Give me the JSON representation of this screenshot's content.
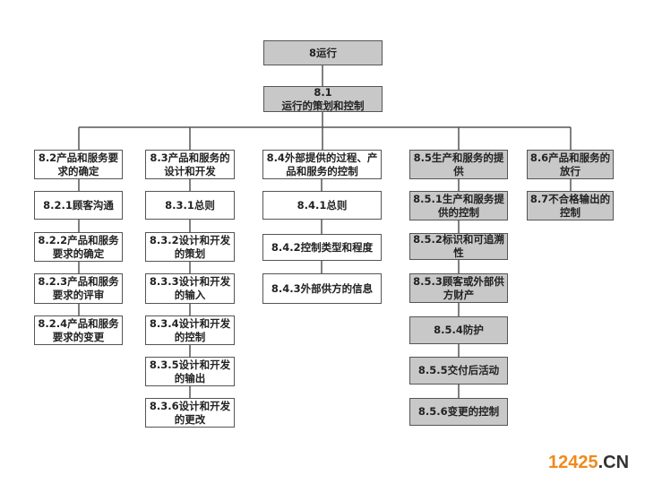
{
  "root": {
    "label": "8运行"
  },
  "planning": {
    "line1": "8.1",
    "line2": "运行的策划和控制"
  },
  "col1": [
    "8.2产品和服务要求的确定",
    "8.2.1顾客沟通",
    "8.2.2产品和服务要求的确定",
    "8.2.3产品和服务要求的评审",
    "8.2.4产品和服务要求的变更"
  ],
  "col2": [
    "8.3产品和服务的设计和开发",
    "8.3.1总则",
    "8.3.2设计和开发的策划",
    "8.3.3设计和开发的输入",
    "8.3.4设计和开发的控制",
    "8.3.5设计和开发的输出",
    "8.3.6设计和开发的更改"
  ],
  "col3": [
    "8.4外部提供的过程、产品和服务的控制",
    "8.4.1总则",
    "8.4.2控制类型和程度",
    "8.4.3外部供方的信息"
  ],
  "col4": [
    "8.5生产和服务的提供",
    "8.5.1生产和服务提供的控制",
    "8.5.2标识和可追溯性",
    "8.5.3顾客或外部供方财产",
    "8.5.4防护",
    "8.5.5交付后活动",
    "8.5.6变更的控制"
  ],
  "col5": [
    "8.6产品和服务的放行",
    "8.7不合格输出的控制"
  ],
  "watermark": {
    "num": "12425",
    "suffix": ".CN"
  },
  "colors": {
    "shaded": "#c8c8c8",
    "border": "#555555",
    "watermark": "#f08a1c"
  }
}
